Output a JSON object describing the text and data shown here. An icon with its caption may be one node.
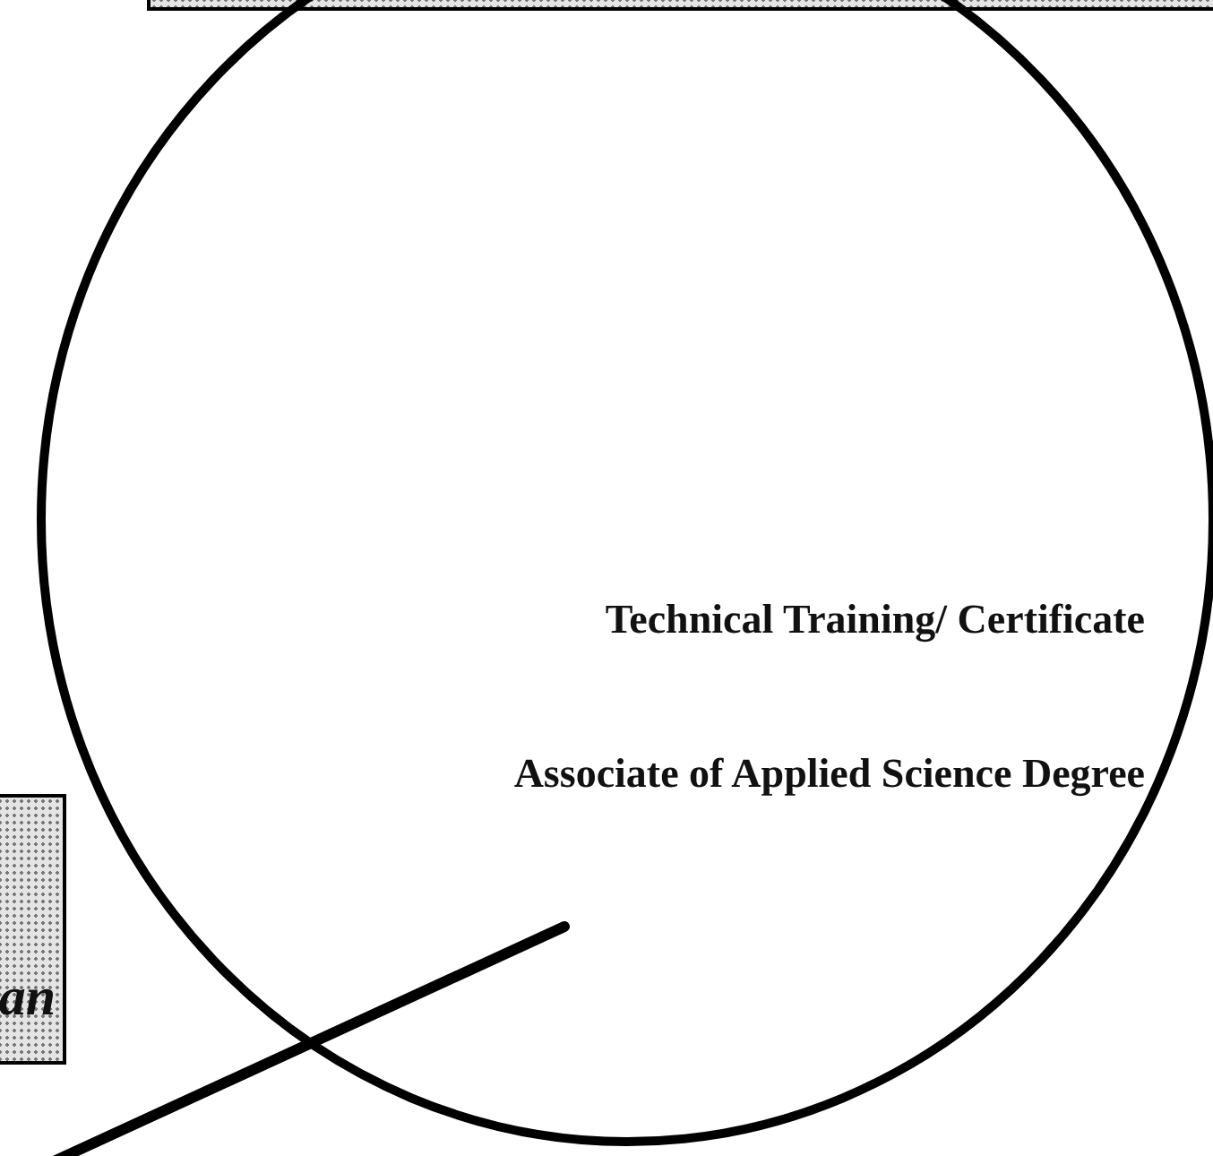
{
  "diagram": {
    "nodes": [
      {
        "text": [],
        "shape": "box"
      },
      {
        "text": [
          "Technical Training/ Certificate",
          "Associate of Applied Science Degree"
        ]
      },
      {
        "text": [
          "an"
        ]
      }
    ]
  }
}
